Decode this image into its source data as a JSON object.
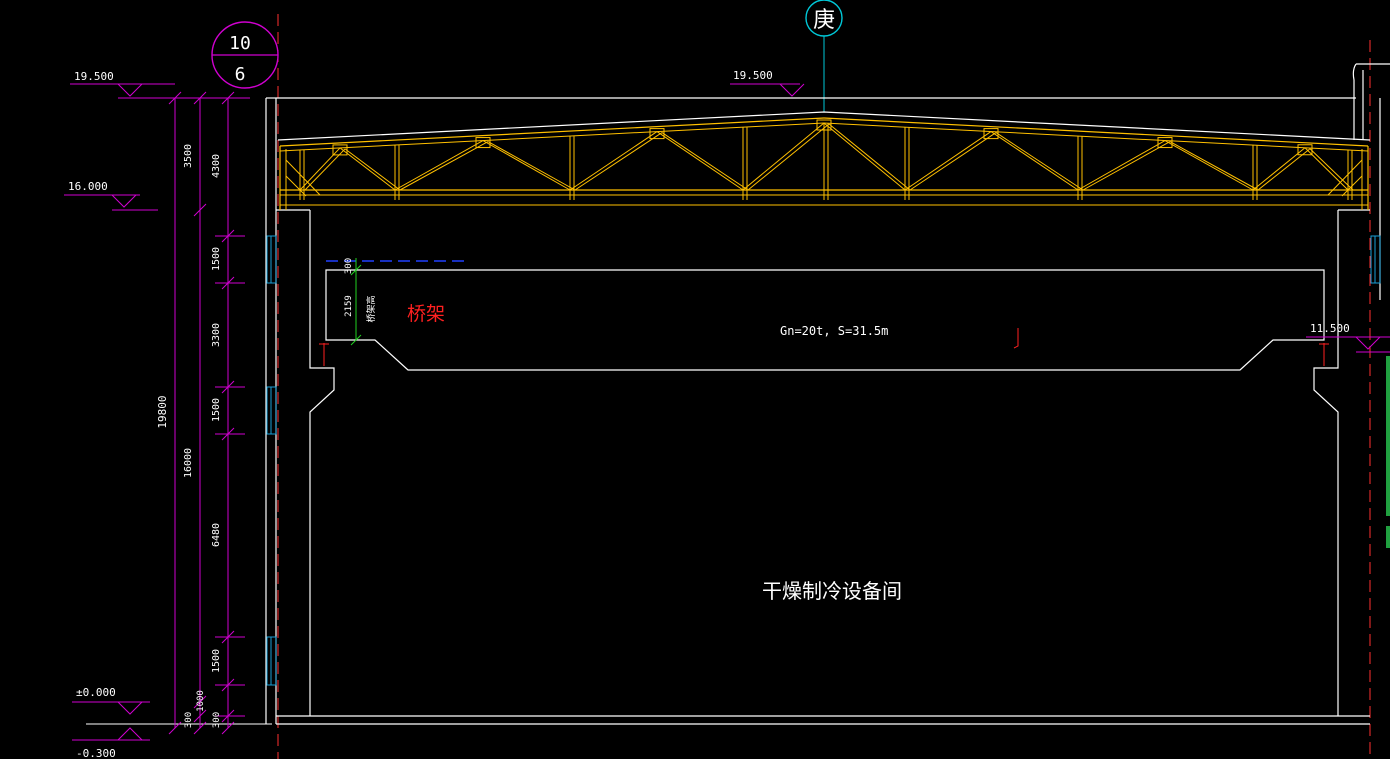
{
  "colors": {
    "background": "#000000",
    "wall": "#ffffff",
    "truss": "#ffc000",
    "dimension": "#d000d0",
    "axis": "#00c8d8",
    "annotation_red": "#ff2020",
    "note_green": "#20d020",
    "note_blue": "#2040ff"
  },
  "axis_bubble": {
    "label": "庚"
  },
  "detail_ref": {
    "top": "10",
    "bottom": "6"
  },
  "levels": {
    "top_left": "19.500",
    "mid_left": "16.000",
    "ground": "±0.000",
    "below_ground": "-0.300",
    "roof": "19.500",
    "crane_right": "11.500"
  },
  "dims_outer": {
    "total": "19800"
  },
  "dims_middle": {
    "upper": "3500",
    "main": "16000",
    "base_a": "300",
    "base_b": "1000"
  },
  "dims_inner": [
    "4300",
    "1500",
    "3300",
    "1500",
    "6480",
    "1500",
    "300"
  ],
  "crane": {
    "spec": "Gn=20t, S=31.5m",
    "label": "桥架",
    "dim_top": "300",
    "dim_height": "2159",
    "dim_note": "桥架高"
  },
  "room": {
    "name": "干燥制冷设备间"
  }
}
